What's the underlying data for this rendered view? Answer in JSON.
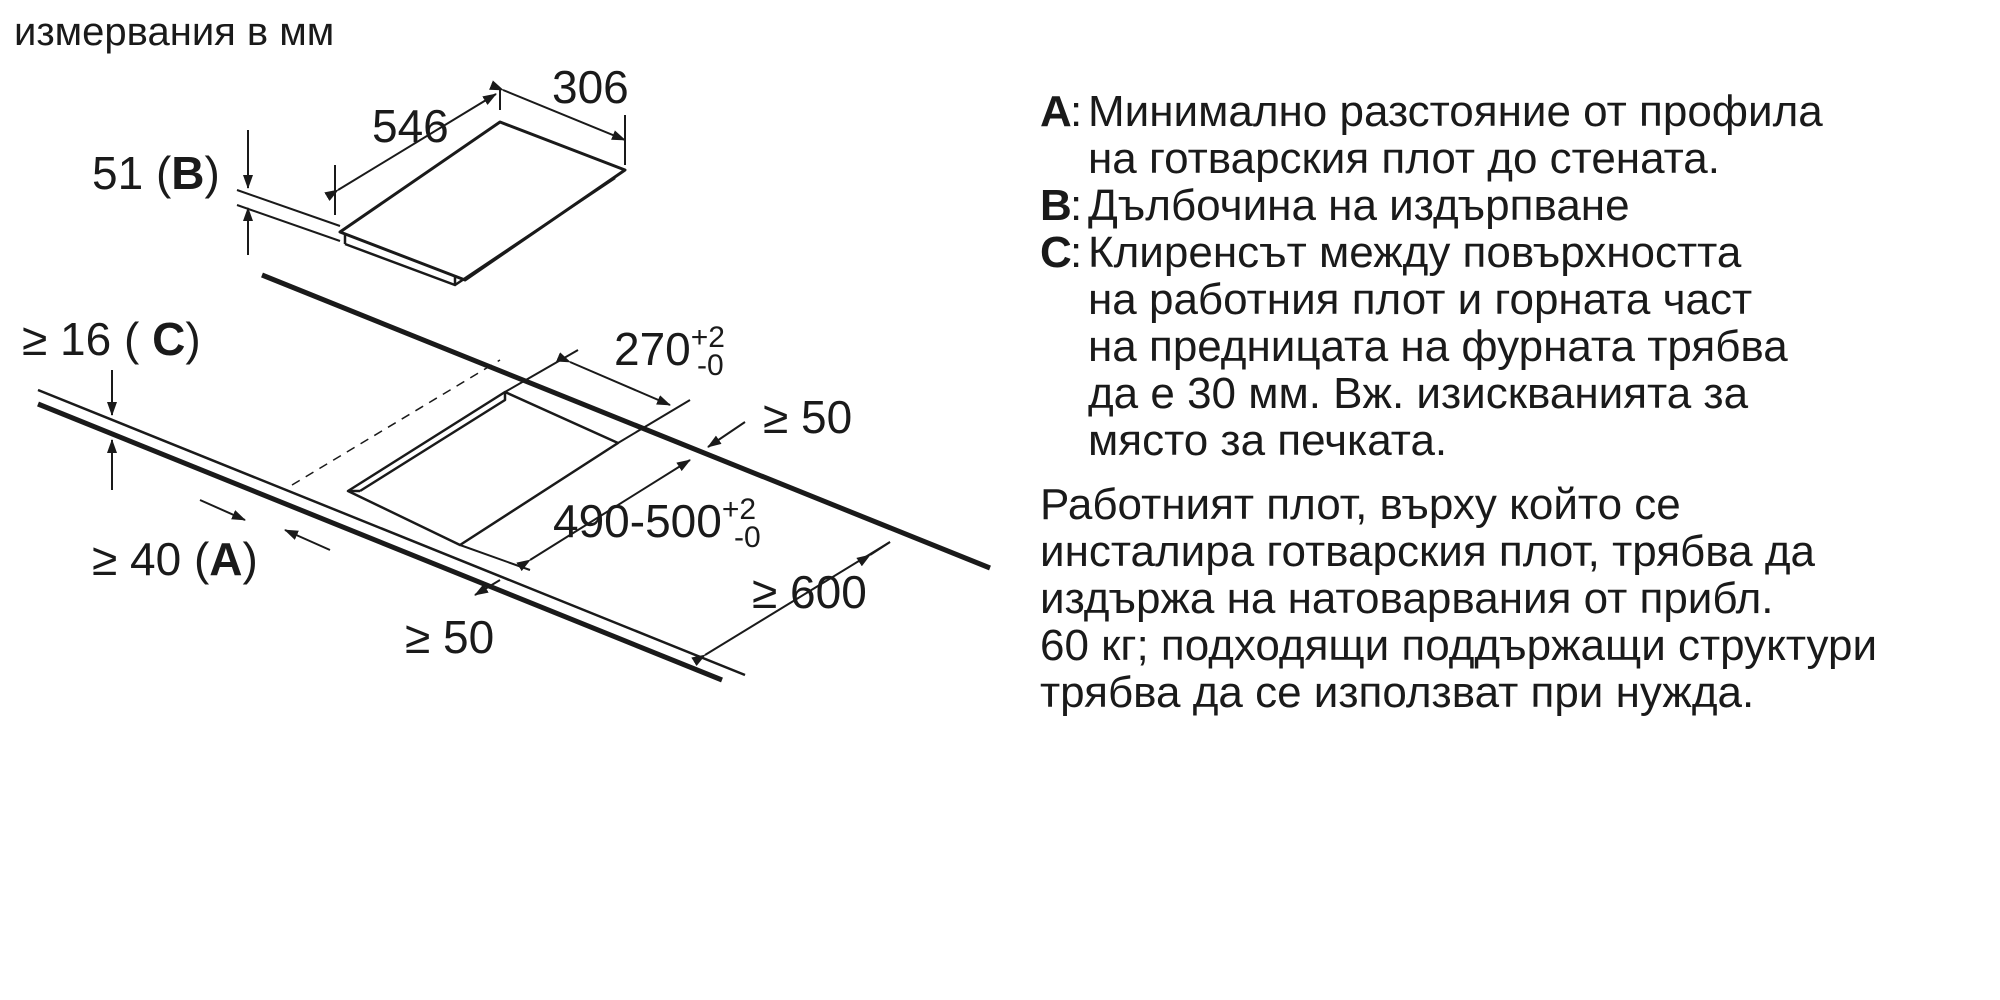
{
  "title": "измервания в мм",
  "dimensions": {
    "hob_depth": "546",
    "hob_width": "306",
    "recess_depth_value": "51 (",
    "recess_depth_letter": "B",
    "recess_depth_close": ")",
    "cutout_width_base": "270",
    "cutout_width_tol_plus": "+2",
    "cutout_width_tol_minus": "-0",
    "cutout_length_base": "490-500",
    "cutout_length_tol_plus": "+2",
    "cutout_length_tol_minus": "-0",
    "back_wall_min": "≥ 50",
    "front_min_value": "≥ 40 (",
    "front_min_letter": "A",
    "front_min_close": ")",
    "clearance_value": "≥ 16 ( ",
    "clearance_letter": "C",
    "clearance_close": ")",
    "worktop_depth_min": "≥ 600",
    "side_min": "≥ 50"
  },
  "legend": [
    {
      "letter": "A",
      "text": "Минимално разстояние от профила\nна готварския плот до стената."
    },
    {
      "letter": "B",
      "text": "Дълбочина на издърпване"
    },
    {
      "letter": "C",
      "text": "Клиренсът между повърхността\nна работния плот и горната част\nна предницата на фурната трябва\nда е 30 мм. Вж. изискванията за\nмясто за печката."
    }
  ],
  "note": "Работният плот, върху който се\nинсталира готварския плот, трябва да\nиздържа на натоварвания от прибл.\n60 кг; подходящи поддържащи структури\nтрябва да се използват при нужда.",
  "colors": {
    "ink": "#1a1a1a",
    "background": "#ffffff"
  }
}
